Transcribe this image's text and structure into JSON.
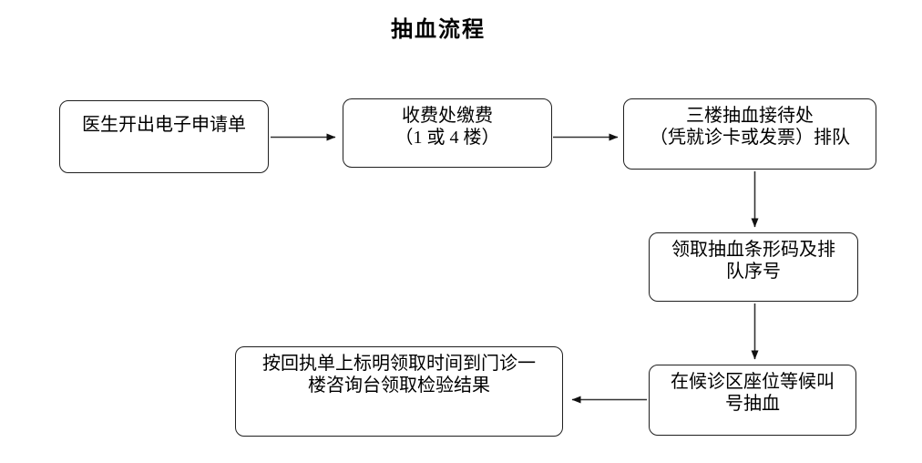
{
  "title": "抽血流程",
  "colors": {
    "background": "#ffffff",
    "node_border": "#1f1f1f",
    "arrow": "#333333",
    "text": "#000000"
  },
  "flowchart": {
    "type": "flowchart",
    "nodes": [
      {
        "id": "doctor-eorder",
        "lines": [
          "医生开出电子申请单"
        ]
      },
      {
        "id": "payment",
        "lines": [
          "收费处缴费",
          "（1 或 4 楼）"
        ]
      },
      {
        "id": "reception-queue",
        "lines": [
          "三楼抽血接待处",
          "（凭就诊卡或发票）排队"
        ]
      },
      {
        "id": "barcode-number",
        "lines": [
          "领取抽血条形码及排",
          "队序号"
        ]
      },
      {
        "id": "wait-for-call",
        "lines": [
          "在候诊区座位等候叫",
          "号抽血"
        ]
      },
      {
        "id": "collect-results",
        "lines": [
          "按回执单上标明领取时间到门诊一",
          "楼咨询台领取检验结果"
        ]
      }
    ],
    "edges": [
      {
        "from": "doctor-eorder",
        "to": "payment",
        "direction": "right"
      },
      {
        "from": "payment",
        "to": "reception-queue",
        "direction": "right"
      },
      {
        "from": "reception-queue",
        "to": "barcode-number",
        "direction": "down"
      },
      {
        "from": "barcode-number",
        "to": "wait-for-call",
        "direction": "down"
      },
      {
        "from": "wait-for-call",
        "to": "collect-results",
        "direction": "left"
      }
    ]
  }
}
